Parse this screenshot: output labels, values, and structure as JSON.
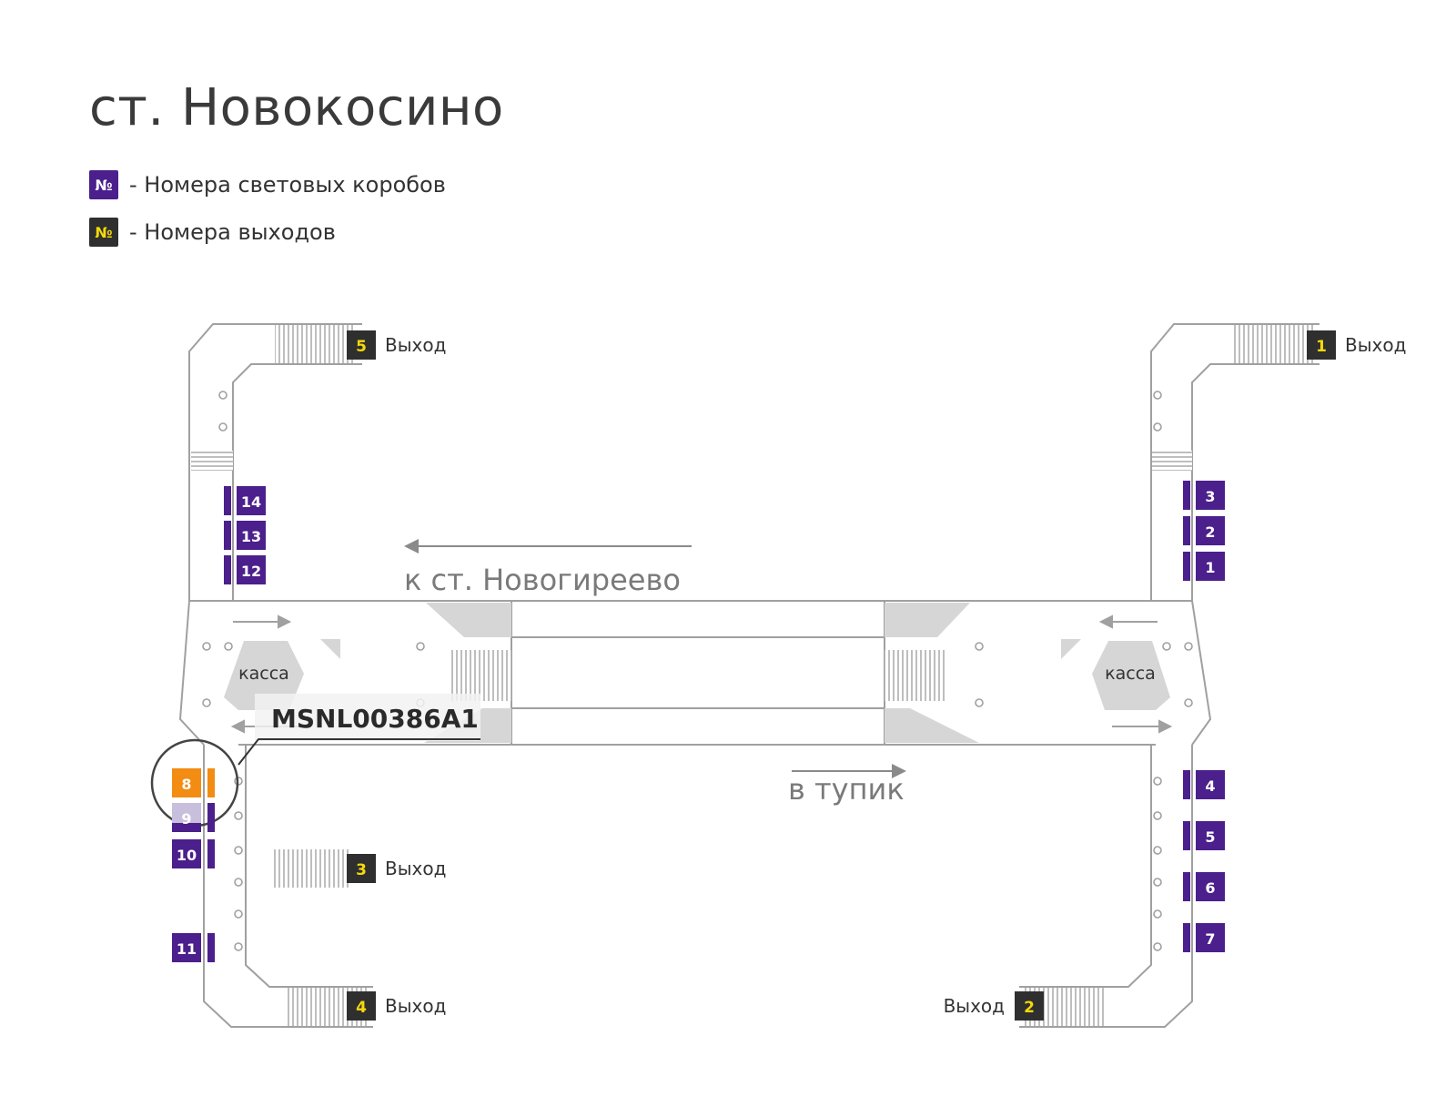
{
  "title": "ст. Новокосино",
  "legend": [
    {
      "symbol": "№",
      "text": "- Номера световых коробов",
      "bg": "#4b1f8c",
      "fg": "#ffffff"
    },
    {
      "symbol": "№",
      "text": "- Номера выходов",
      "bg": "#2f2f2f",
      "fg": "#f5d90a"
    }
  ],
  "map": {
    "direction_left": "к ст. Новогиреево",
    "direction_right": "в тупик",
    "ticket_office": "касса",
    "exit_label": "Выход",
    "highlight_code": "MSNL00386A1",
    "exits": [
      "1",
      "2",
      "3",
      "4",
      "5"
    ],
    "lightboxes": [
      "1",
      "2",
      "3",
      "4",
      "5",
      "6",
      "7",
      "8",
      "9",
      "10",
      "11",
      "12",
      "13",
      "14"
    ],
    "highlighted_lightbox": "8",
    "colors": {
      "lightbox": "#4b1f8c",
      "lightbox_faded": "#c8bfdc",
      "exit_bg": "#2f2f2f",
      "exit_fg": "#f5d90a",
      "highlight": "#f28c13",
      "walls": "#9a9a9a",
      "fill": "#d9d9d9"
    }
  }
}
